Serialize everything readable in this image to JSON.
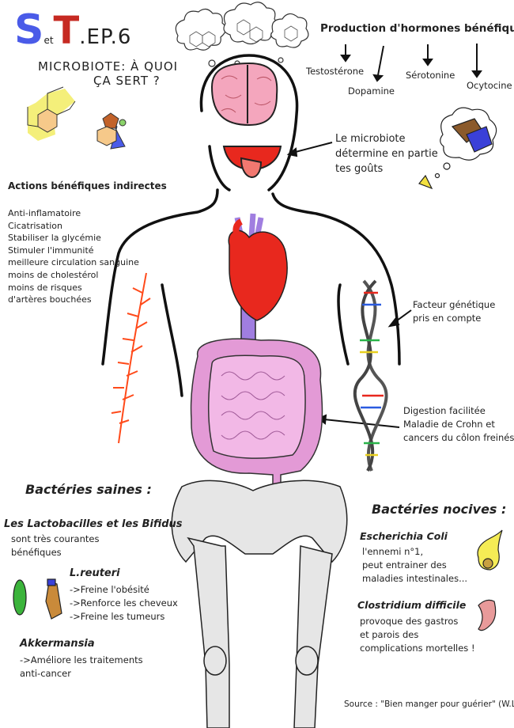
{
  "title": {
    "logo_s": "S",
    "logo_et": "et",
    "logo_t": "T",
    "episode": ".EP.6",
    "line1": "MICROBIOTE: À QUOI",
    "line2": "ÇA SERT ?"
  },
  "hormones": {
    "heading": "Production d'hormones bénéfiques",
    "items": [
      "Testostérone",
      "Dopamine",
      "Sérotonine",
      "Ocytocine"
    ]
  },
  "taste": {
    "lines": [
      "Le microbiote",
      "détermine en partie",
      "tes goûts"
    ]
  },
  "indirect_actions": {
    "heading": "Actions bénéfiques indirectes",
    "items": [
      "Anti-inflamatoire",
      "Cicatrisation",
      "Stabiliser la glycémie",
      "Stimuler l'immunité",
      "meilleure circulation sanguine",
      "moins de cholestérol",
      "moins de risques",
      "d'artères bouchées"
    ]
  },
  "genetic": {
    "lines": [
      "Facteur génétique",
      "pris en compte"
    ]
  },
  "digestion": {
    "lines": [
      "Digestion facilitée",
      "Maladie de Crohn et",
      "cancers du côlon freinés"
    ]
  },
  "healthy": {
    "heading": "Bactéries saines :",
    "groups": [
      {
        "name": "Les Lactobacilles et les Bifidus",
        "lines": [
          "sont très courantes",
          "bénéfiques"
        ]
      },
      {
        "name": "L.reuteri",
        "lines": [
          "->Freine l'obésité",
          "->Renforce les cheveux",
          "->Freine les tumeurs"
        ]
      },
      {
        "name": "Akkermansia",
        "lines": [
          "->Améliore les traitements",
          "anti-cancer"
        ]
      }
    ]
  },
  "harmful": {
    "heading": "Bactéries nocives :",
    "groups": [
      {
        "name": "Escherichia Coli",
        "lines": [
          "l'ennemi n°1,",
          "peut entrainer des",
          "maladies intestinales..."
        ]
      },
      {
        "name": "Clostridium difficile",
        "lines": [
          "provoque des gastros",
          "et parois des",
          "complications mortelles !"
        ]
      }
    ]
  },
  "source": "Source : \"Bien manger pour guérier\" (W.Li)",
  "colors": {
    "brain": "#f4a6bd",
    "heart": "#e8281e",
    "vessels": "#a07ee0",
    "intestine": "#e39ad6",
    "nerves": "#ff4a1a",
    "bone": "#e6e6e6",
    "logo_blue": "#4a5be8",
    "logo_red": "#c62a22"
  }
}
